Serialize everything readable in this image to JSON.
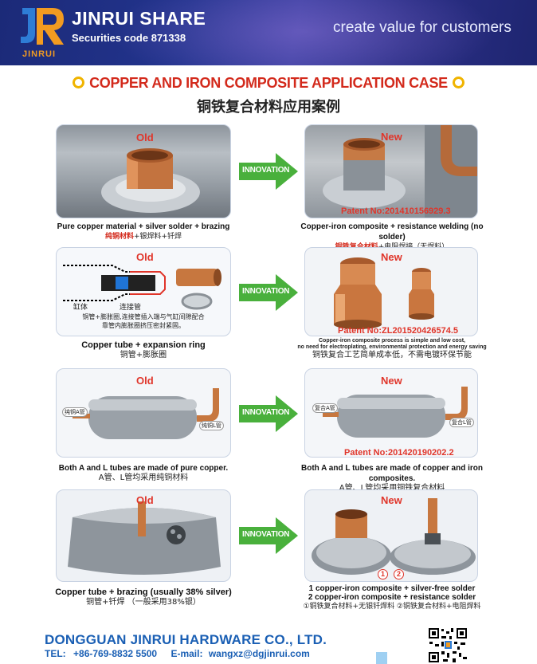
{
  "header": {
    "logo_text": "JINRUI",
    "brand": "JINRUI SHARE",
    "securities": "Securities code 871338",
    "slogan": "create value for customers",
    "colors": {
      "logo_orange": "#f29b21",
      "logo_blue": "#2e7dd6"
    }
  },
  "title": {
    "en": "COPPER AND IRON COMPOSITE APPLICATION CASE",
    "cn": "铜铁复合材料应用案例"
  },
  "arrow_label": "INNOVATION",
  "old_label": "Old",
  "new_label": "New",
  "rows": [
    {
      "old_caption_en": "Pure copper material + silver solder + brazing",
      "old_caption_cn_red": "纯铜材料",
      "old_caption_cn_rest": "+银焊料+钎焊",
      "new_patent": "Patent No:201410156929.3",
      "new_caption_en": "Copper-iron composite + resistance welding (no solder)",
      "new_caption_cn_red": "铜铁复合材料",
      "new_caption_cn_rest": "+电阻焊接（无焊料）"
    },
    {
      "diagram_label_cylinder": "缸体",
      "diagram_label_pipe": "连接管",
      "diagram_note_1": "铜管+膨胀圈,连接管插入端与气缸间隙配合",
      "diagram_note_2": "靠管内膨胀圈挤压密封紧固。",
      "old_caption_en": "Copper tube + expansion ring",
      "old_caption_cn": "铜管+膨胀圈",
      "new_patent": "Patent No:ZL201520426574.5",
      "new_note_1": "Copper-iron composite process is simple and low cost,",
      "new_note_2": "no need for electroplating, environmental protection and energy saving",
      "new_caption_cn": "铜铁复合工艺简单成本低，不需电镀环保节能"
    },
    {
      "old_tag_a": "纯铜A管",
      "old_tag_l": "纯铜L管",
      "old_caption_en": "Both A and L tubes are made of pure copper.",
      "old_caption_cn": "A管、L管均采用纯铜材料",
      "new_tag_a": "复合A管",
      "new_tag_l": "复合L管",
      "new_patent": "Patent No:201420190202.2",
      "new_caption_en": "Both A and L tubes are made of copper and iron composites.",
      "new_caption_cn": "A管、L管均采用铜铁复合材料"
    },
    {
      "old_caption_en": "Copper tube + brazing (usually 38% silver)",
      "old_caption_cn": "铜管+钎焊 （一般采用38%银）",
      "new_num_1": "1",
      "new_num_2": "2",
      "new_caption_en_1": "1 copper-iron composite + silver-free solder",
      "new_caption_en_2": "2 copper-iron composite + resistance solder",
      "new_caption_cn": "①铜铁复合材料+无银钎焊料 ②铜铁复合材料+电阻焊料"
    }
  ],
  "footer": {
    "company": "DONGGUAN JINRUI HARDWARE CO., LTD.",
    "tel_label": "TEL:",
    "tel": "+86-769-8832 5500",
    "email_label": "E-mail:",
    "email": "wangxz@dgjinrui.com"
  }
}
